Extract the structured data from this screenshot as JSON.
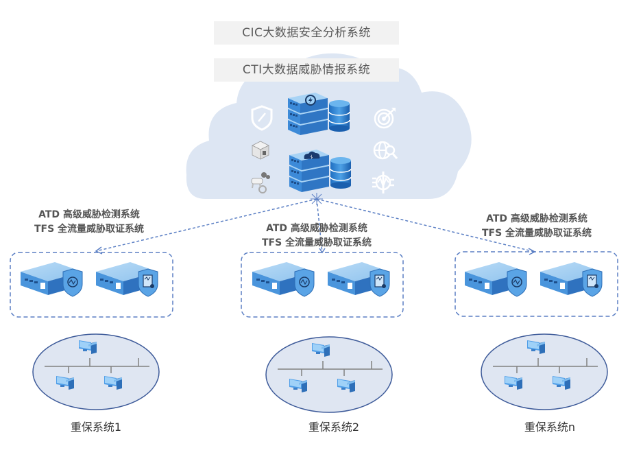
{
  "cloud": {
    "platforms": [
      {
        "label": "CIC大数据安全分析系统"
      },
      {
        "label": "CTI大数据威胁情报系统"
      }
    ],
    "icons": [
      "shield-icon",
      "package-icon",
      "robot-dog-icon",
      "target-icon",
      "globe-search-icon",
      "signal-icon"
    ],
    "servers": [
      "analysis-server-stack",
      "cloud-server-stack"
    ]
  },
  "sites": [
    {
      "atd_label": "ATD 高级威胁检测系统",
      "tfs_label": "TFS 全流量威胁取证系统",
      "name": "重保系统1"
    },
    {
      "atd_label": "ATD 高级威胁检测系统",
      "tfs_label": "TFS 全流量威胁取证系统",
      "name": "重保系统2"
    },
    {
      "atd_label": "ATD 高级威胁检测系统",
      "tfs_label": "TFS 全流量威胁取证系统",
      "name": "重保系统n"
    }
  ],
  "colors": {
    "cloud_fill": "#dde6f3",
    "device_blue": "#4a90d9",
    "dash_line": "#5b7fc4",
    "network_fill": "#dfe6f2"
  }
}
